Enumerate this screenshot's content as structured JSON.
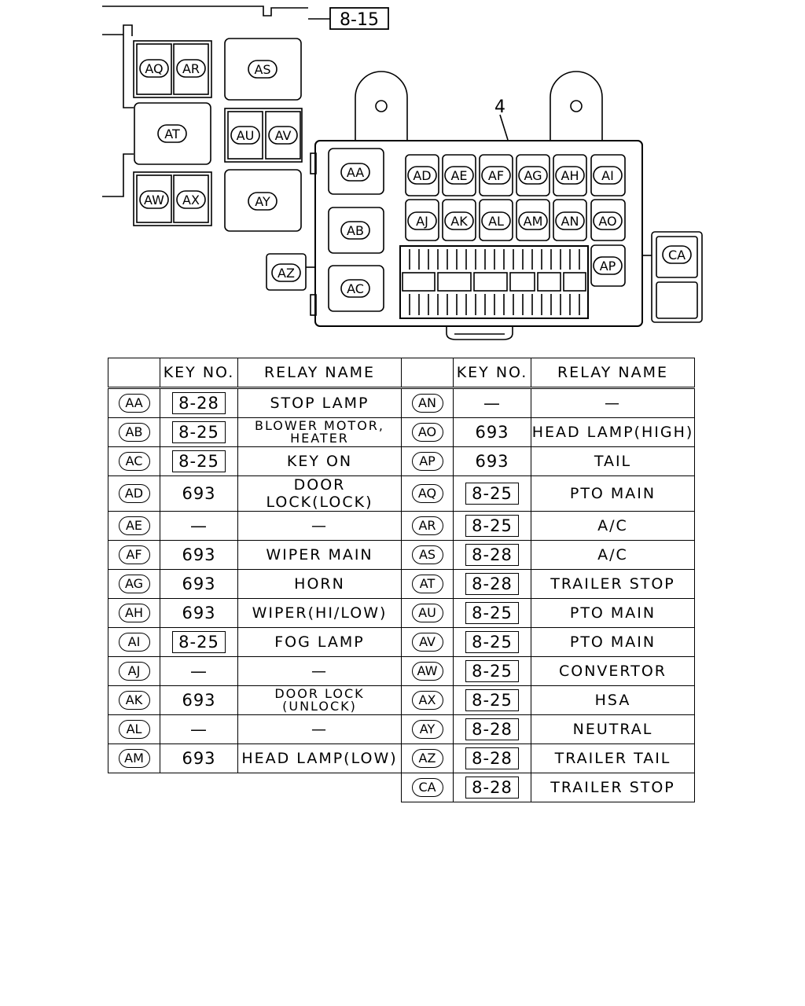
{
  "figure": {
    "ref_box": "8-15",
    "callout_number": "4",
    "left_block_labels": [
      "AQ",
      "AR",
      "AS",
      "AT",
      "AU",
      "AV",
      "AW",
      "AX",
      "AY"
    ],
    "main_block_labels": [
      "AA",
      "AB",
      "AC",
      "AD",
      "AE",
      "AF",
      "AG",
      "AH",
      "AI",
      "AJ",
      "AK",
      "AL",
      "AM",
      "AN",
      "AO",
      "AP"
    ],
    "side_labels": [
      "AZ",
      "CA"
    ]
  },
  "table": {
    "header": {
      "key_no": "KEY NO.",
      "relay_name": "RELAY NAME"
    },
    "left_rows": [
      {
        "code": "AA",
        "key": "8-28",
        "boxed": true,
        "name": "STOP LAMP"
      },
      {
        "code": "AB",
        "key": "8-25",
        "boxed": true,
        "name": "BLOWER MOTOR,",
        "name2": "HEATER"
      },
      {
        "code": "AC",
        "key": "8-25",
        "boxed": true,
        "name": "KEY ON"
      },
      {
        "code": "AD",
        "key": "693",
        "boxed": false,
        "name": "DOOR LOCK(LOCK)"
      },
      {
        "code": "AE",
        "key": "—",
        "boxed": false,
        "name": "—"
      },
      {
        "code": "AF",
        "key": "693",
        "boxed": false,
        "name": "WIPER MAIN"
      },
      {
        "code": "AG",
        "key": "693",
        "boxed": false,
        "name": "HORN"
      },
      {
        "code": "AH",
        "key": "693",
        "boxed": false,
        "name": "WIPER(HI/LOW)"
      },
      {
        "code": "AI",
        "key": "8-25",
        "boxed": true,
        "name": "FOG LAMP"
      },
      {
        "code": "AJ",
        "key": "—",
        "boxed": false,
        "name": "—"
      },
      {
        "code": "AK",
        "key": "693",
        "boxed": false,
        "name": "DOOR LOCK",
        "name2": "(UNLOCK)"
      },
      {
        "code": "AL",
        "key": "—",
        "boxed": false,
        "name": "—"
      },
      {
        "code": "AM",
        "key": "693",
        "boxed": false,
        "name": "HEAD LAMP(LOW)"
      }
    ],
    "right_rows": [
      {
        "code": "AN",
        "key": "—",
        "boxed": false,
        "name": "—"
      },
      {
        "code": "AO",
        "key": "693",
        "boxed": false,
        "name": "HEAD LAMP(HIGH)"
      },
      {
        "code": "AP",
        "key": "693",
        "boxed": false,
        "name": "TAIL"
      },
      {
        "code": "AQ",
        "key": "8-25",
        "boxed": true,
        "name": "PTO MAIN"
      },
      {
        "code": "AR",
        "key": "8-25",
        "boxed": true,
        "name": "A/C"
      },
      {
        "code": "AS",
        "key": "8-28",
        "boxed": true,
        "name": "A/C"
      },
      {
        "code": "AT",
        "key": "8-28",
        "boxed": true,
        "name": "TRAILER STOP"
      },
      {
        "code": "AU",
        "key": "8-25",
        "boxed": true,
        "name": "PTO MAIN"
      },
      {
        "code": "AV",
        "key": "8-25",
        "boxed": true,
        "name": "PTO MAIN"
      },
      {
        "code": "AW",
        "key": "8-25",
        "boxed": true,
        "name": "CONVERTOR"
      },
      {
        "code": "AX",
        "key": "8-25",
        "boxed": true,
        "name": "HSA"
      },
      {
        "code": "AY",
        "key": "8-28",
        "boxed": true,
        "name": "NEUTRAL"
      },
      {
        "code": "AZ",
        "key": "8-28",
        "boxed": true,
        "name": "TRAILER TAIL"
      },
      {
        "code": "CA",
        "key": "8-28",
        "boxed": true,
        "name": "TRAILER STOP"
      }
    ]
  }
}
